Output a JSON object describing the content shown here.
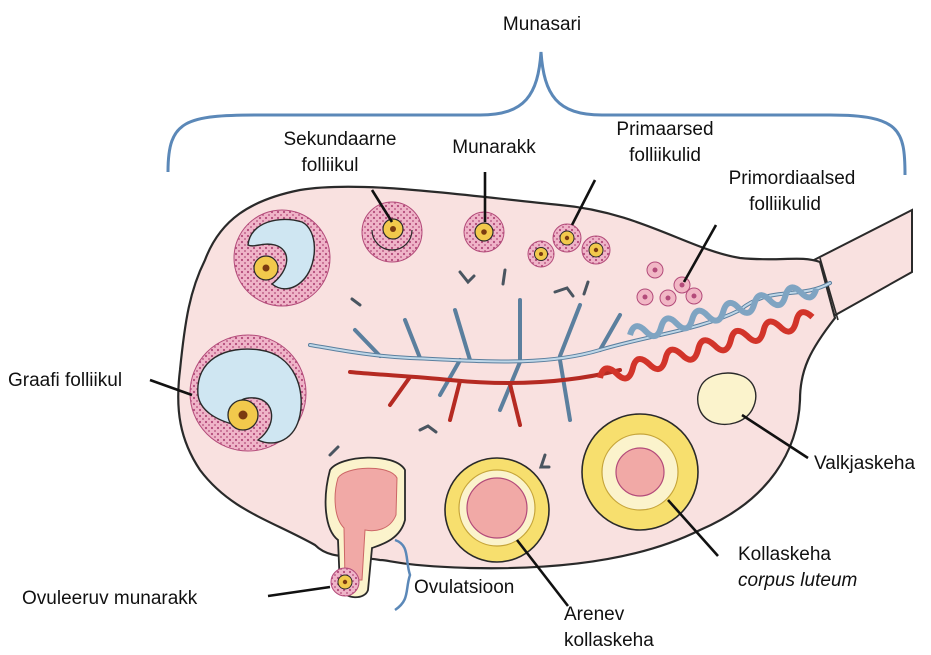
{
  "diagram": {
    "title": "Munasari",
    "labels": {
      "secondary_follicle": [
        "Sekundaarne",
        "folliikul"
      ],
      "oocyte": [
        "Munarakk"
      ],
      "primary_follicles": [
        "Primaarsed",
        "folliikulid"
      ],
      "primordial_follicles": [
        "Primordiaalsed",
        "folliikulid"
      ],
      "graafian_follicle": [
        "Graafi folliikul"
      ],
      "corpus_albicans": [
        "Valkjaskeha"
      ],
      "corpus_luteum": [
        "Kollaskeha",
        "corpus luteum"
      ],
      "ovulated_oocyte": [
        "Ovuleeruv munarakk"
      ],
      "ovulation": [
        "Ovulatsioon"
      ],
      "developing_corpus_luteum": [
        "Arenev",
        "kollaskeha"
      ]
    }
  },
  "colors": {
    "ovary_fill": "#f9e1e0",
    "ovary_stroke": "#2a2a2a",
    "granulosa_fill": "#efb4c8",
    "granulosa_dots": "#b34b7a",
    "antrum": "#cfe6f2",
    "oocyte": "#f2c94c",
    "nucleus": "#7a3b10",
    "luteum_yellow": "#f7df6e",
    "luteum_pink": "#f1a9a6",
    "albicans": "#fbf3cc",
    "artery": "#d2342a",
    "vein": "#8fb6d2",
    "brace": "#5b88b8",
    "leader": "#111111"
  }
}
